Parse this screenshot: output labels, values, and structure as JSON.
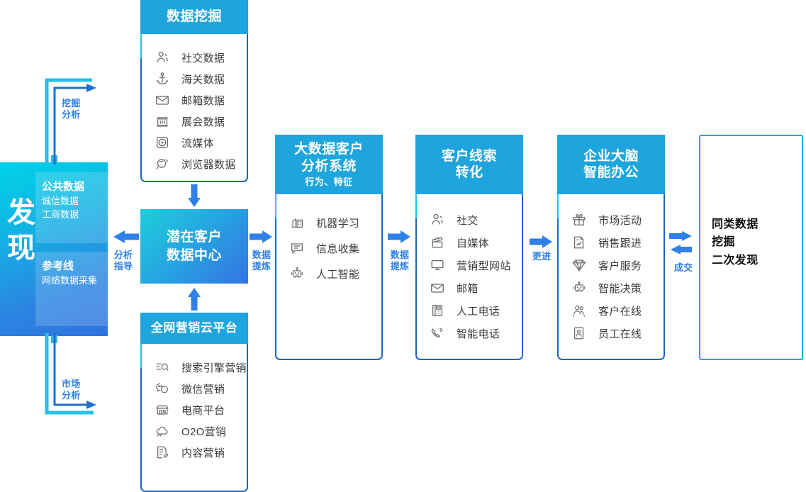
{
  "colors": {
    "header_blue": "#1ea5dd",
    "border_blue": "#1766c0",
    "accent_cyan": "#21c6e8",
    "arrow_blue": "#2f80e8",
    "gradient_cyan": "#1ccfd9",
    "gradient_blue": "#3474e2"
  },
  "discover": {
    "title": "发现",
    "blocks": [
      {
        "heading": "公共数据",
        "lines": [
          "诚信数据",
          "工商数据"
        ]
      },
      {
        "heading": "参考线",
        "lines": [
          "网络数据采集"
        ]
      }
    ]
  },
  "hub": {
    "line1": "潜在客户",
    "line2": "数据中心"
  },
  "cards": [
    {
      "id": "data-mining",
      "title": "数据挖掘",
      "subtitle": "",
      "items": [
        {
          "icon": "social-person-icon",
          "label": "社交数据"
        },
        {
          "icon": "anchor-customs-icon",
          "label": "海关数据"
        },
        {
          "icon": "envelope-mail-icon",
          "label": "邮箱数据"
        },
        {
          "icon": "exhibition-icon",
          "label": "展会数据"
        },
        {
          "icon": "streaming-play-icon",
          "label": "流媒体"
        },
        {
          "icon": "browser-comet-icon",
          "label": "浏览器数据"
        }
      ]
    },
    {
      "id": "marketing-cloud",
      "title": "全网营销云平台",
      "subtitle": "",
      "items": [
        {
          "icon": "search-engine-icon",
          "label": "搜索引擎营销"
        },
        {
          "icon": "wechat-icon",
          "label": "微信营销"
        },
        {
          "icon": "shop-store-icon",
          "label": "电商平台"
        },
        {
          "icon": "o2o-cloud-icon",
          "label": "O2O营销"
        },
        {
          "icon": "content-doc-icon",
          "label": "内容营销"
        }
      ]
    },
    {
      "id": "bigdata-analysis",
      "title": "大数据客户\n分析系统",
      "subtitle": "行为、特征",
      "items": [
        {
          "icon": "machine-learning-icon",
          "label": "机器学习"
        },
        {
          "icon": "info-collect-icon",
          "label": "信息收集"
        },
        {
          "icon": "ai-robot-icon",
          "label": "人工智能"
        }
      ]
    },
    {
      "id": "lead-conversion",
      "title": "客户线索\n转化",
      "subtitle": "",
      "items": [
        {
          "icon": "social-person-icon",
          "label": "社交"
        },
        {
          "icon": "media-clapper-icon",
          "label": "自媒体"
        },
        {
          "icon": "monitor-website-icon",
          "label": "营销型网站"
        },
        {
          "icon": "envelope-mail-icon",
          "label": "邮箱"
        },
        {
          "icon": "desk-phone-icon",
          "label": "人工电话"
        },
        {
          "icon": "smart-phone-call-icon",
          "label": "智能电话"
        }
      ]
    },
    {
      "id": "enterprise-brain",
      "title": "企业大脑\n智能办公",
      "subtitle": "",
      "items": [
        {
          "icon": "gift-campaign-icon",
          "label": "市场活动"
        },
        {
          "icon": "sales-report-icon",
          "label": "销售跟进"
        },
        {
          "icon": "diamond-service-icon",
          "label": "客户服务"
        },
        {
          "icon": "ai-robot-icon",
          "label": "智能决策"
        },
        {
          "icon": "customers-online-icon",
          "label": "客户在线"
        },
        {
          "icon": "employee-card-icon",
          "label": "员工在线"
        }
      ]
    }
  ],
  "result": {
    "lines": [
      "同类数据",
      "挖掘",
      "二次发现"
    ]
  },
  "flow_labels": {
    "mining_analysis": "挖掘\n分析",
    "market_analysis": "市场\n分析",
    "analysis_guide": "分析\n指导",
    "data_refine_1": "数据\n提炼",
    "data_refine_2": "数据\n提炼",
    "follow_up": "更进",
    "deal": "成交"
  }
}
